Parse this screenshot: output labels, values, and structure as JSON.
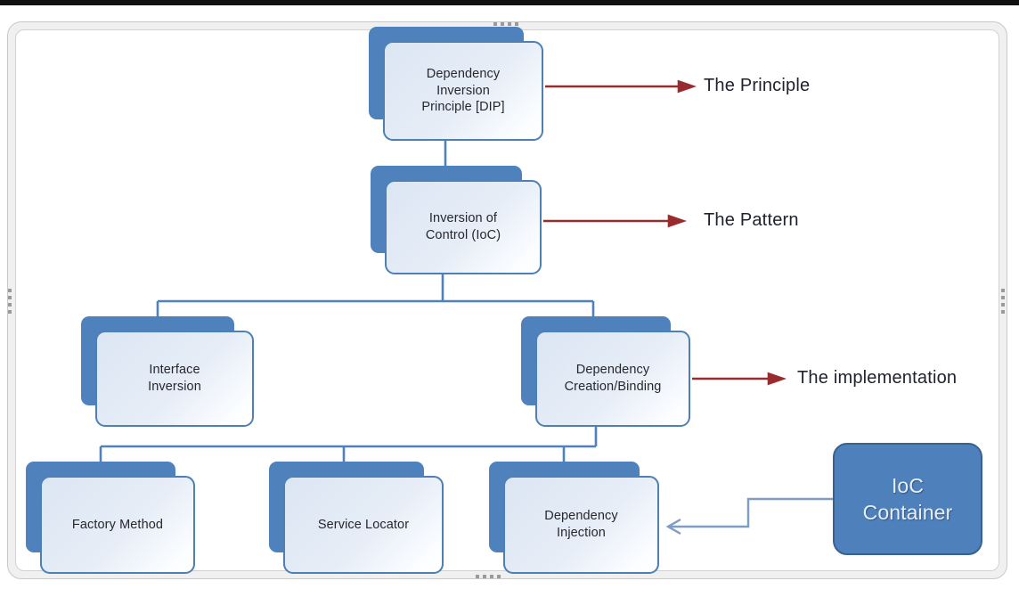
{
  "diagram": {
    "nodes": {
      "dip": {
        "label": "Dependency\nInversion\nPrinciple [DIP]"
      },
      "ioc": {
        "label": "Inversion of\nControl (IoC)"
      },
      "interface_inversion": {
        "label": "Interface\nInversion"
      },
      "dependency_creation": {
        "label": "Dependency\nCreation/Binding"
      },
      "factory_method": {
        "label": "Factory Method"
      },
      "service_locator": {
        "label": "Service Locator"
      },
      "dependency_injection": {
        "label": "Dependency\nInjection"
      },
      "ioc_container": {
        "label": "IoC\nContainer"
      }
    },
    "annotations": {
      "principle": "The Principle",
      "pattern": "The Pattern",
      "implementation": "The implementation"
    },
    "colors": {
      "node_shadow": "#4F81BD",
      "node_border": "#4E7FB5",
      "node_fill_light": "#DCE6F3",
      "connector_blue": "#4F81BD",
      "ioc_connector_blue": "#7D9DC7",
      "arrow_red": "#982B2E",
      "ioc_container_fill": "#4E80BC",
      "ioc_container_border": "#38618F",
      "annotation_text": "#20222E"
    }
  }
}
